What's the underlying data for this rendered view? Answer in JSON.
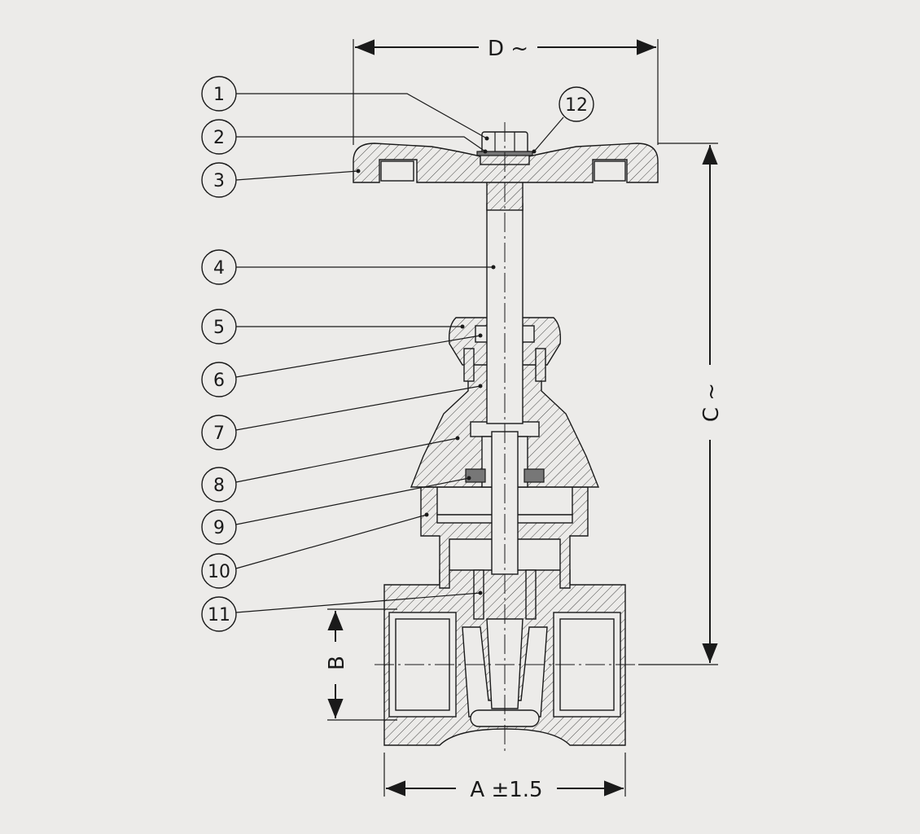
{
  "dimensions": {
    "D": "D ~",
    "C": "C ~",
    "B": "B",
    "A": "A ±1.5"
  },
  "callouts": [
    {
      "id": "1",
      "label": "1"
    },
    {
      "id": "2",
      "label": "2"
    },
    {
      "id": "3",
      "label": "3"
    },
    {
      "id": "4",
      "label": "4"
    },
    {
      "id": "5",
      "label": "5"
    },
    {
      "id": "6",
      "label": "6"
    },
    {
      "id": "7",
      "label": "7"
    },
    {
      "id": "8",
      "label": "8"
    },
    {
      "id": "9",
      "label": "9"
    },
    {
      "id": "10",
      "label": "10"
    },
    {
      "id": "11",
      "label": "11"
    },
    {
      "id": "12",
      "label": "12"
    }
  ],
  "colors": {
    "background": "#ecebe9",
    "ink": "#1a1a1a"
  }
}
